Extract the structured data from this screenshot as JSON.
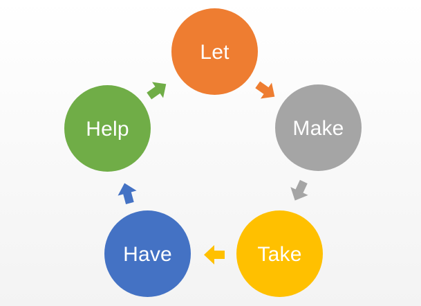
{
  "diagram": {
    "nodes": [
      {
        "id": "let",
        "label": "Let",
        "color": "#ee7d31"
      },
      {
        "id": "make",
        "label": "Make",
        "color": "#a5a5a5"
      },
      {
        "id": "take",
        "label": "Take",
        "color": "#ffc000"
      },
      {
        "id": "have",
        "label": "Have",
        "color": "#4472c4"
      },
      {
        "id": "help",
        "label": "Help",
        "color": "#70ad47"
      }
    ],
    "edges": [
      {
        "from": "let",
        "to": "make",
        "color": "#ee7d31"
      },
      {
        "from": "make",
        "to": "take",
        "color": "#a5a5a5"
      },
      {
        "from": "take",
        "to": "have",
        "color": "#ffc000"
      },
      {
        "from": "have",
        "to": "help",
        "color": "#4472c4"
      },
      {
        "from": "help",
        "to": "let",
        "color": "#70ad47"
      }
    ]
  }
}
